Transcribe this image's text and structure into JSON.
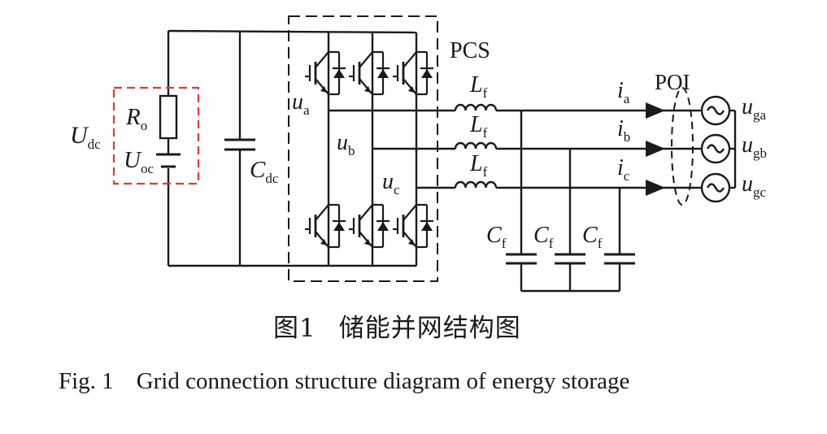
{
  "labels": {
    "pcs": "PCS",
    "poi": "POI",
    "udc": {
      "main": "U",
      "sub": "dc"
    },
    "ro": {
      "main": "R",
      "sub": "o"
    },
    "uoc": {
      "main": "U",
      "sub": "oc"
    },
    "cdc": {
      "main": "C",
      "sub": "dc"
    },
    "ua": {
      "main": "u",
      "sub": "a"
    },
    "ub": {
      "main": "u",
      "sub": "b"
    },
    "uc": {
      "main": "u",
      "sub": "c"
    },
    "lf": {
      "main": "L",
      "sub": "f"
    },
    "cf": {
      "main": "C",
      "sub": "f"
    },
    "ia": {
      "main": "i",
      "sub": "a"
    },
    "ib": {
      "main": "i",
      "sub": "b"
    },
    "ic": {
      "main": "i",
      "sub": "c"
    },
    "uga": {
      "main": "u",
      "sub": "ga"
    },
    "ugb": {
      "main": "u",
      "sub": "gb"
    },
    "ugc": {
      "main": "u",
      "sub": "gc"
    }
  },
  "caption": {
    "cn_number": "图1",
    "cn_title": "储能并网结构图",
    "en_number": "Fig. 1",
    "en_title": "Grid connection structure diagram of energy storage"
  },
  "colors": {
    "line": "#1a1a1a",
    "battery_box": "#e03a3a"
  }
}
